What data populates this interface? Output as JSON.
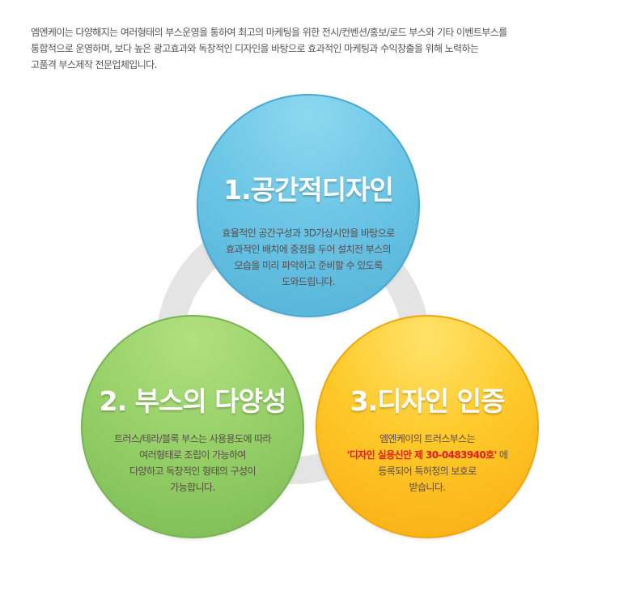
{
  "intro": {
    "lines": [
      "엠엔케이는 다양해지는 여러형태의 부스운영을 통하여 최고의 마케팅을 위한 전시/컨벤션/홍보/로드 부스와 기타 이벤트부스를",
      "통합적으로 운영하며, 보다 높은 광고효과와 독창적인 디자인을 바탕으로 효과적인 마케팅과 수익창출을 위해 노력하는",
      "고품격 부스제작 전문업체입니다."
    ]
  },
  "circles": {
    "space_design": {
      "title": "1.공간적디자인",
      "desc": [
        "효율적인 공간구성과 3D가상시안을 바탕으로",
        "효과적인 배치에 중점을 두어 설치전 부스의",
        "모습을 미리 파악하고 준비할 수 있도록",
        "도와드립니다."
      ]
    },
    "booth_variety": {
      "title": "2. 부스의 다양성",
      "desc": [
        "트러스/테라/블록 부스는 사용용도에 따라",
        "여러형태로 조립이 가능하여",
        "다양하고 독창적인 형태의 구성이",
        "가능합니다."
      ]
    },
    "design_cert": {
      "title": "3.디자인 인증",
      "desc_line1": "엠엔케이의 트러스부스는",
      "desc_highlight": "'디자인 실용신안 제 30-0483940호'",
      "desc_line2_suffix": " 에",
      "desc_line3": "등록되어 특허청의 보호로",
      "desc_line4": "받습니다."
    }
  },
  "colors": {
    "blue_circle": "#6dc6e6",
    "green_circle": "#98d16a",
    "yellow_circle": "#fec92a",
    "ring": "#e4e4e4",
    "highlight_red": "#e31b1b"
  }
}
